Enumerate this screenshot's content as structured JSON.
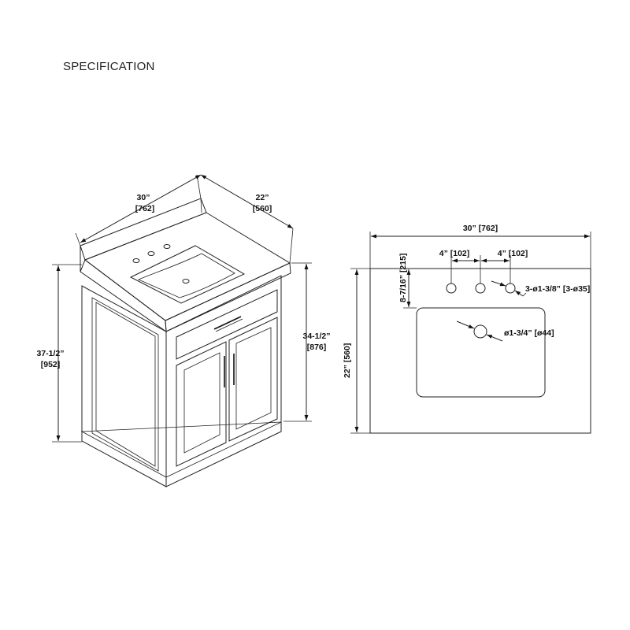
{
  "heading": "SPECIFICATION",
  "cabinet_dims": {
    "width": "30”",
    "width_mm": "[762]",
    "depth": "22”",
    "depth_mm": "[560]",
    "overall_height": "37-1/2”",
    "overall_height_mm": "[952]",
    "counter_height": "34-1/2”",
    "counter_height_mm": "[876]"
  },
  "top_view": {
    "width": "30” [762]",
    "depth": "22” [560]",
    "faucet_spacing_left": "4” [102]",
    "faucet_spacing_right": "4” [102]",
    "sink_offset": "8-7/16” [215]",
    "faucet_holes": "3-ø1-3/8” [3-ø35]",
    "drain": "ø1-3/4” [ø44]"
  },
  "colors": {
    "line": "#222222",
    "background": "#ffffff"
  }
}
